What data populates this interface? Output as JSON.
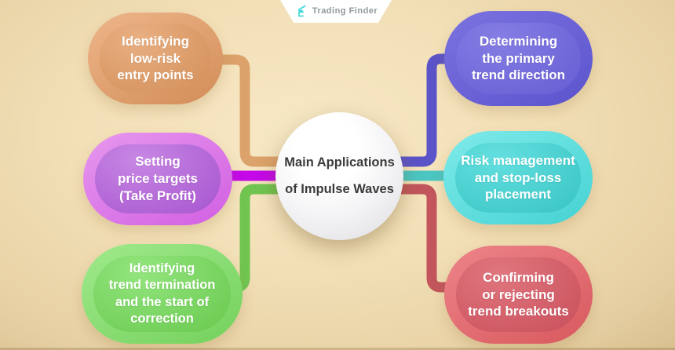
{
  "logo": {
    "label": "Trading Finder",
    "icon_color": "#3fd9d9",
    "text_color": "#8f989b"
  },
  "center": {
    "title_line1": "Main Applications",
    "title_line2": "of Impulse Waves",
    "text_color": "#3b3b3b"
  },
  "background_color": "#f2dfb6",
  "nodes": [
    {
      "id": "identifying-low-risk-entry-points",
      "side": "left",
      "lines": [
        "Identifying",
        "low-risk",
        "entry points"
      ],
      "colors": {
        "outer_light": "#eeb68a",
        "outer_dark": "#d28d58",
        "inner_light": "#e9b083",
        "inner_dark": "#d6935e",
        "connector": "#dca26b"
      }
    },
    {
      "id": "setting-price-targets",
      "side": "left",
      "lines": [
        "Setting",
        "price targets",
        "(Take Profit)"
      ],
      "colors": {
        "outer_light": "#e698ee",
        "outer_dark": "#d25fe2",
        "inner_light": "#c887e4",
        "inner_dark": "#ab5cd2",
        "connector": "#c408e8"
      }
    },
    {
      "id": "identifying-trend-termination",
      "side": "left",
      "lines": [
        "Identifying",
        "trend termination",
        "and the start of",
        "correction"
      ],
      "colors": {
        "outer_light": "#a0e98c",
        "outer_dark": "#74d15c",
        "inner_light": "#93e57e",
        "inner_dark": "#6fcd55",
        "connector": "#70c551"
      }
    },
    {
      "id": "determining-primary-trend-direction",
      "side": "right",
      "lines": [
        "Determining",
        "the primary",
        "trend direction"
      ],
      "colors": {
        "outer_light": "#7b73e0",
        "outer_dark": "#5b53cc",
        "inner_light": "#867ee4",
        "inner_dark": "#6a62d6",
        "connector": "#5b53c8"
      }
    },
    {
      "id": "risk-management-stop-loss",
      "side": "right",
      "lines": [
        "Risk management",
        "and stop-loss",
        "placement"
      ],
      "colors": {
        "outer_light": "#7feaea",
        "outer_dark": "#45d2d2",
        "inner_light": "#64dfdf",
        "inner_dark": "#3fc8c8",
        "connector": "#4cc6c2"
      }
    },
    {
      "id": "confirming-rejecting-breakouts",
      "side": "right",
      "lines": [
        "Confirming",
        "or rejecting",
        "trend breakouts"
      ],
      "colors": {
        "outer_light": "#ec8489",
        "outer_dark": "#d8595e",
        "inner_light": "#e0767e",
        "inner_dark": "#cc5560",
        "connector": "#c2565c"
      }
    }
  ]
}
